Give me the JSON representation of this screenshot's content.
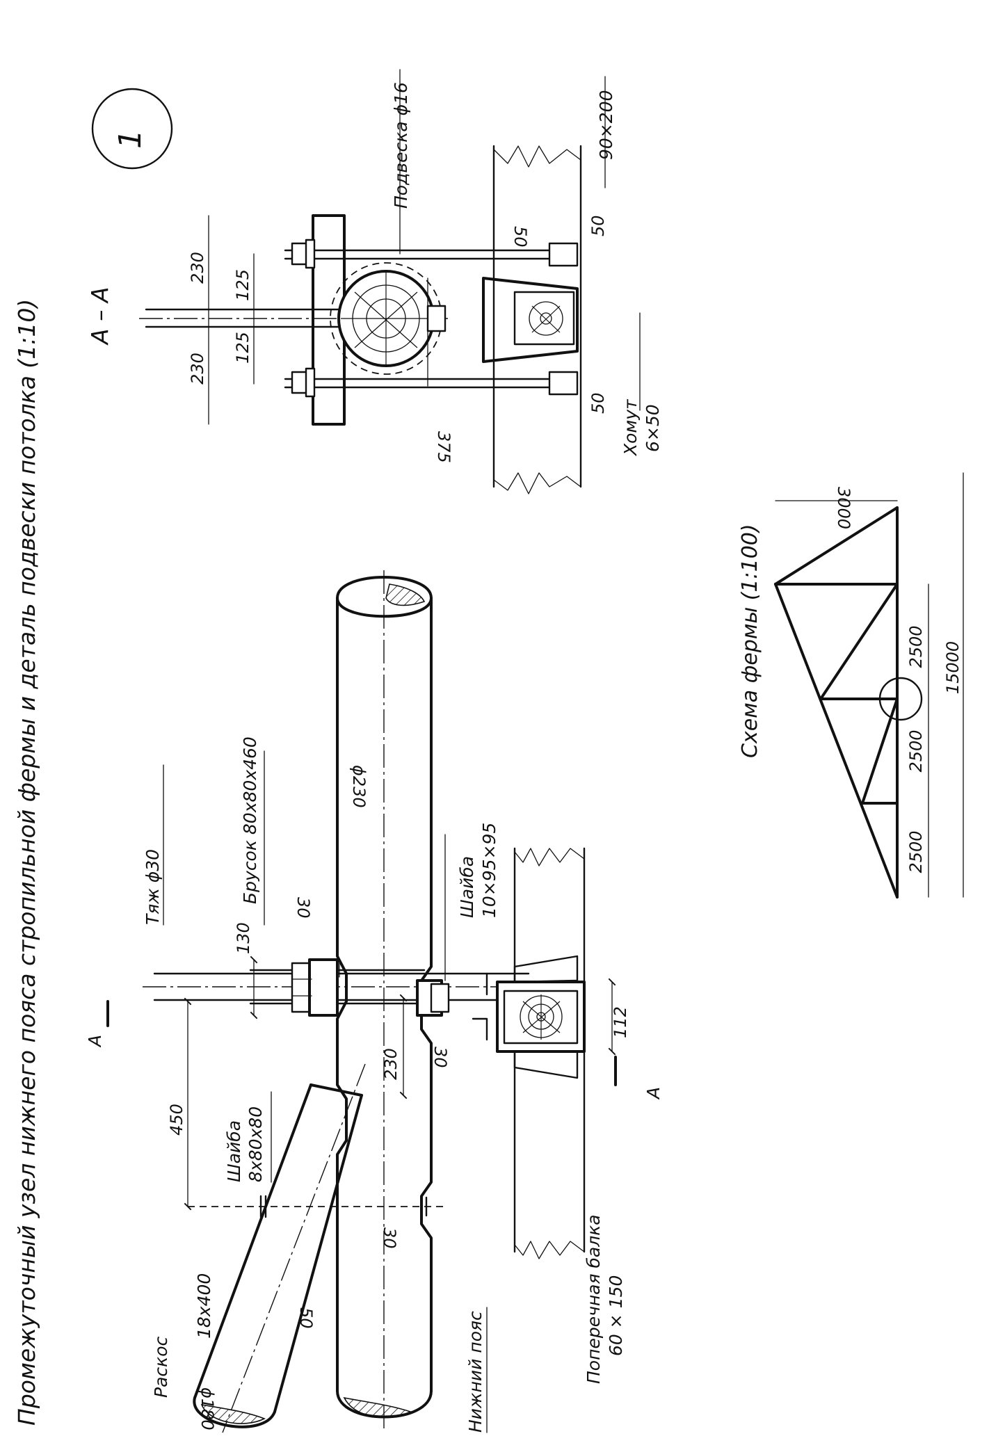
{
  "title": "Промежуточный узел нижнего пояса стропильной фермы и деталь подвески потолка (1:10)",
  "node_number": "1",
  "section_label": "А – А",
  "section_marker": "А",
  "scheme_title": "Схема фермы (1:100)",
  "labels": {
    "raskos": "Раскос",
    "raskos_size": "18x400",
    "raskos_diameter": "ϕ180",
    "tyazh": "Тяж ϕ30",
    "shayba_small": "Шайба",
    "shayba_small_size": "8x80x80",
    "brusok": "Брусок 80x80x460",
    "shayba_big": "Шайба",
    "shayba_big_size": "10×95×95",
    "chord_diameter": "ϕ230",
    "nizhniy_poyas": "Нижний пояс",
    "poperechnaya_balka": "Поперечная балка",
    "balka_size": "60 × 150",
    "podveska": "Подвеска ϕ16",
    "board_size": "90×200",
    "khomut": "Хомут",
    "khomut_size": "6×50"
  },
  "dims": {
    "d450": "450",
    "d130": "130",
    "d230": "230",
    "d30a": "30",
    "d30b": "30",
    "d30c": "30",
    "d50": "50",
    "d112": "112",
    "s230a": "230",
    "s230b": "230",
    "s125a": "125",
    "s125b": "125",
    "s375": "375",
    "s50a": "50",
    "s50b": "50",
    "s50c": "50",
    "t3000": "3000",
    "t2500a": "2500",
    "t2500b": "2500",
    "t2500c": "2500",
    "t15000": "15000"
  }
}
